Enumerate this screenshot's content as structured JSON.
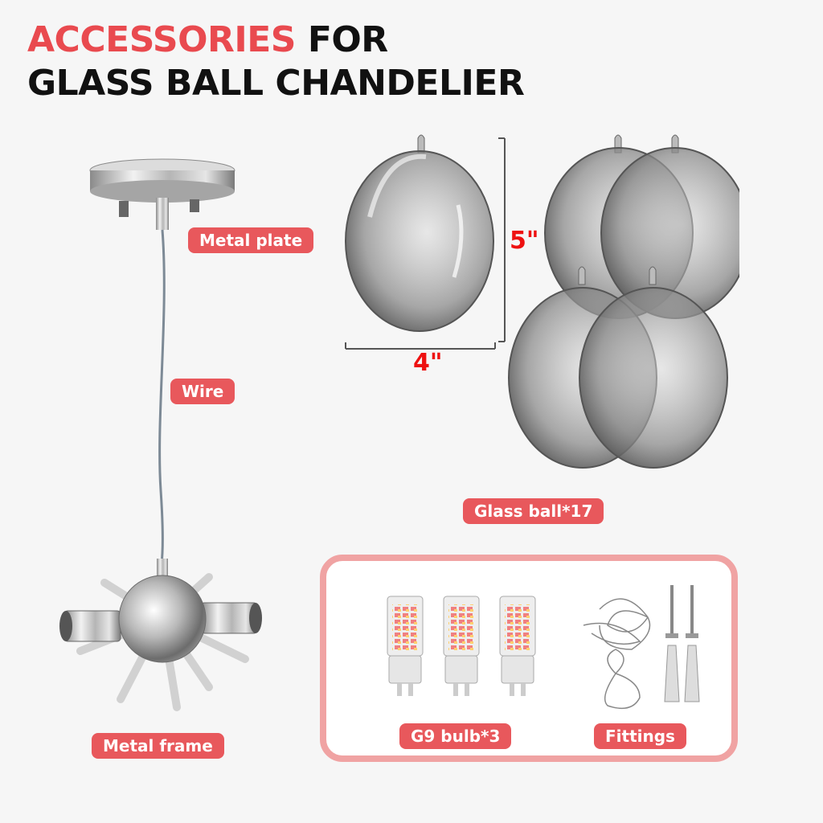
{
  "title": {
    "line1_accent": "ACCESSORIES",
    "line1_rest": " FOR",
    "line2": "GLASS BALL CHANDELIER"
  },
  "labels": {
    "metal_plate": "Metal plate",
    "wire": "Wire",
    "metal_frame": "Metal frame",
    "glass_ball": "Glass ball*17",
    "g9_bulb": "G9 bulb*3",
    "fittings": "Fittings"
  },
  "dimensions": {
    "height": "5\"",
    "width": "4\""
  },
  "colors": {
    "accent": "#e94a4f",
    "label_bg": "#e8585c",
    "dimension_text": "#e11111",
    "box_border": "#f0a3a3"
  }
}
